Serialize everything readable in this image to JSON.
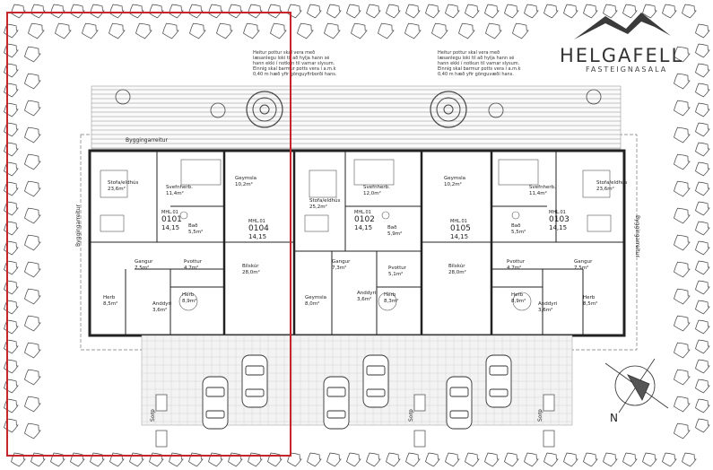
{
  "logo": {
    "title": "HELGAFELL",
    "subtitle": "FASTEIGNASALA"
  },
  "notes": [
    "Heitur pottur skal vera með læsanlegu loki til að hylja hann sé hann ekki í notkun til varnar slysum. Einnig skal barmur potts vera í a.m.k 0,40 m hæð yfir gönguyfirborði hans.",
    "Heitur pottur skal vera með læsanlegu loki til að hylja hann sé hann ekki í notkun til varnar slysum. Einnig skal barmur potts vera í a.m.k 0,40 m hæð yfir gönguvæði hans."
  ],
  "boundary": {
    "top": "Byggingarreitur",
    "left": "Byggingarreitur",
    "right": "Byggingarreitur"
  },
  "units": [
    {
      "id": "0101",
      "mhl": "MHL.01",
      "area": "14,15",
      "rooms": [
        {
          "name": "Stofa/eldhús",
          "area": "23,6m²"
        },
        {
          "name": "Svefnherb.",
          "area": "11,4m²"
        },
        {
          "name": "Bað",
          "area": "5,5m²"
        },
        {
          "name": "Gangur",
          "area": "7,5m²"
        },
        {
          "name": "Þvottur",
          "area": "4,7m²"
        },
        {
          "name": "Herb",
          "area": "8,5m²"
        },
        {
          "name": "Anddyri",
          "area": "3,6m²"
        },
        {
          "name": "Herb",
          "area": "8,9m²"
        }
      ]
    },
    {
      "id": "0104",
      "mhl": "MHL.01",
      "area": "14,15",
      "rooms": [
        {
          "name": "Geymsla",
          "area": "10,2m²"
        },
        {
          "name": "Bílskúr",
          "area": "28,0m²"
        }
      ]
    },
    {
      "id": "0102",
      "mhl": "MHL.01",
      "area": "14,15",
      "rooms": [
        {
          "name": "Stofa/eldhús",
          "area": "25,2m²"
        },
        {
          "name": "Svefnherb.",
          "area": "12,0m²"
        },
        {
          "name": "Bað",
          "area": "5,9m²"
        },
        {
          "name": "Gangur",
          "area": "7,3m²"
        },
        {
          "name": "Þvottur",
          "area": "5,1m²"
        },
        {
          "name": "Geymsla",
          "area": "8,0m²"
        },
        {
          "name": "Anddyri",
          "area": "3,6m²"
        },
        {
          "name": "Herb",
          "area": "8,3m²"
        }
      ]
    },
    {
      "id": "0105",
      "mhl": "MHL.01",
      "area": "14,15",
      "rooms": [
        {
          "name": "Geymsla",
          "area": "10,2m²"
        },
        {
          "name": "Bílskúr",
          "area": "28,0m²"
        }
      ]
    },
    {
      "id": "0103",
      "mhl": "MHL.01",
      "area": "14,15",
      "rooms": [
        {
          "name": "Stofa/eldhús",
          "area": "23,6m²"
        },
        {
          "name": "Svefnherb.",
          "area": "11,4m²"
        },
        {
          "name": "Bað",
          "area": "5,5m²"
        },
        {
          "name": "Gangur",
          "area": "7,5m²"
        },
        {
          "name": "Þvottur",
          "area": "4,7m²"
        },
        {
          "name": "Herb",
          "area": "8,5m²"
        },
        {
          "name": "Anddyri",
          "area": "3,6m²"
        },
        {
          "name": "Herb",
          "area": "8,9m²"
        }
      ]
    }
  ],
  "sorp": "Sorp",
  "north": "N",
  "parking_count": 6
}
